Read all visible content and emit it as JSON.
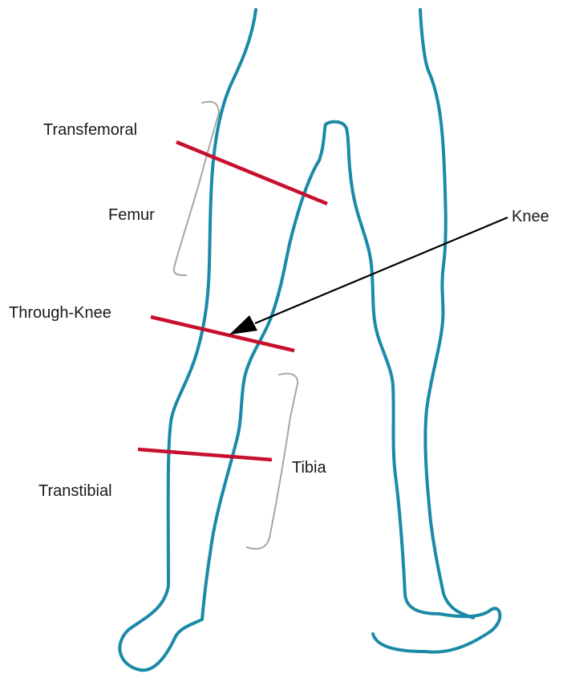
{
  "labels": {
    "transfemoral": "Transfemoral",
    "femur": "Femur",
    "through_knee": "Through-Knee",
    "knee": "Knee",
    "tibia": "Tibia",
    "transtibial": "Transtibial"
  },
  "colors": {
    "leg_outline": "#1b8aa6",
    "amputation_line": "#c8102e",
    "bone_bracket": "#a6a6a6",
    "pointer_arrow": "#000000",
    "label_text": "#1a1a1a"
  },
  "icons": {
    "leg_outline": "legs-outline-icon",
    "bracket": "bracket-icon",
    "pointer": "arrow-icon"
  }
}
